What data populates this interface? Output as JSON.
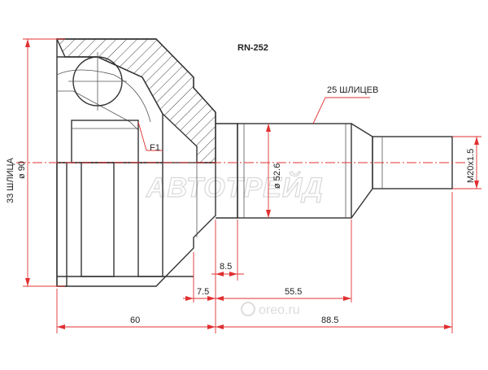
{
  "part_number": "RN-252",
  "labels": {
    "outer_splines": "33 ШЛИЦА",
    "outer_diameter": "ø 90",
    "inner_splines": "25 ШЛИЦЕВ",
    "shaft_diameter": "ø 52.6",
    "thread": "M20x1.5",
    "flag": "F1"
  },
  "dimensions": {
    "d1": "8.5",
    "d2": "7.5",
    "d3": "55.5",
    "d4": "60",
    "d5": "88.5"
  },
  "watermarks": {
    "brand": "АВТОТРЕЙД",
    "site": "oreo.ru"
  },
  "colors": {
    "dimension": "#e03030",
    "outline": "#333333"
  }
}
